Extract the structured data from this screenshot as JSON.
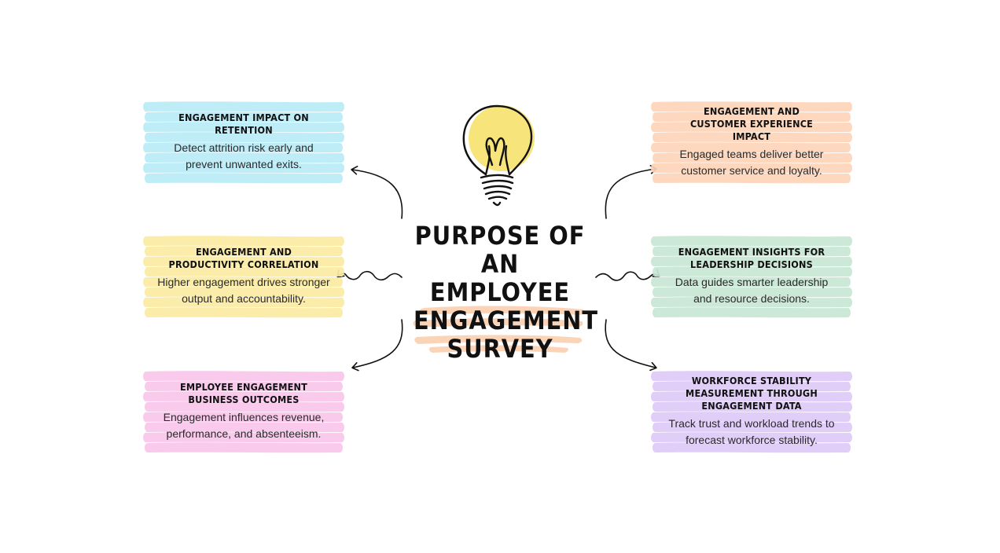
{
  "diagram": {
    "title_lines": [
      "PURPOSE OF",
      "AN EMPLOYEE",
      "ENGAGEMENT",
      "SURVEY"
    ],
    "center_icon": "lightbulb-icon",
    "cards": [
      {
        "id": "retention",
        "title": "ENGAGEMENT IMPACT ON RETENTION",
        "description": "Detect attrition risk early and prevent unwanted exits.",
        "color": "#b9ecf7"
      },
      {
        "id": "productivity",
        "title": "ENGAGEMENT AND PRODUCTIVITY CORRELATION",
        "description": "Higher engagement drives stronger output and accountability.",
        "color": "#fbeca2"
      },
      {
        "id": "business-outcomes",
        "title": "EMPLOYEE ENGAGEMENT BUSINESS OUTCOMES",
        "description": "Engagement influences revenue, performance, and absenteeism.",
        "color": "#f8c6ea"
      },
      {
        "id": "customer-experience",
        "title": "ENGAGEMENT AND CUSTOMER EXPERIENCE IMPACT",
        "description": "Engaged teams deliver better customer service and loyalty.",
        "color": "#fdd4b8"
      },
      {
        "id": "leadership",
        "title": "ENGAGEMENT INSIGHTS FOR LEADERSHIP DECISIONS",
        "description": "Data guides smarter leadership and resource decisions.",
        "color": "#c8e6d4"
      },
      {
        "id": "workforce-stability",
        "title": "WORKFORCE STABILITY MEASUREMENT THROUGH ENGAGEMENT DATA",
        "description": "Track trust and workload trends to forecast workforce stability.",
        "color": "#ddc9f7"
      }
    ],
    "colors": {
      "bulb_yellow": "#f7e47a",
      "title_underline": "#fbd2b5",
      "ink": "#111111"
    }
  }
}
